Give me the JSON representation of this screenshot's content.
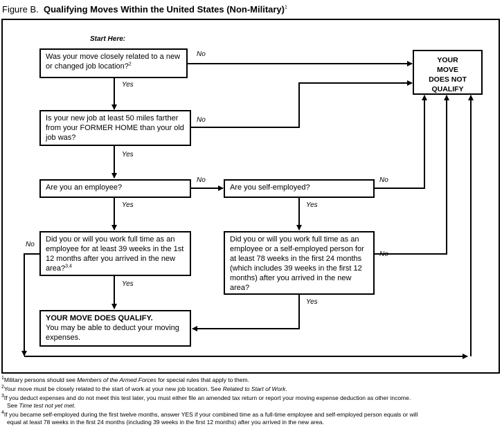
{
  "title": {
    "prefix": "Figure B.",
    "main": "Qualifying Moves Within the United States (Non-Military)",
    "footnote_ref": "1"
  },
  "start_label": "Start Here:",
  "boxes": {
    "q1": {
      "text": "Was your move closely related to a new or changed job location?",
      "ref": "2"
    },
    "q2": {
      "text": "Is your new job at least 50 miles farther from your FORMER HOME than your old job was?"
    },
    "q3": {
      "text": "Are you an employee?"
    },
    "q4": {
      "text": "Are you self-employed?"
    },
    "q5": {
      "text": "Did you or will you work full time as an employee for at least 39 weeks in the 1st 12 months after you arrived in the new area?",
      "ref": "3,4"
    },
    "q6": {
      "text": "Did you or will you work full time as an employee or a self-employed person for at least 78 weeks in the first 24 months (which includes 39 weeks in the first 12 months) after you arrived in the new area?"
    },
    "qualify": {
      "heading": "YOUR MOVE DOES QUALIFY.",
      "text": "You may be able to deduct your moving expenses."
    },
    "not_qualify": {
      "lines": [
        "YOUR",
        "MOVE",
        "DOES NOT",
        "QUALIFY"
      ]
    }
  },
  "labels": {
    "yes": "Yes",
    "no": "No"
  },
  "footnotes": [
    {
      "num": "1",
      "pre": "Military persons should see ",
      "ital": "Members of the Armed Forces",
      "post": " for special rules that apply to them."
    },
    {
      "num": "2",
      "pre": "Your move must be closely related to the start of work at your new job location. See ",
      "ital": "Related to Start of Work",
      "post": "."
    },
    {
      "num": "3",
      "pre": "If you deduct expenses and do not meet this test later, you must either file an amended tax return or report your moving expense deduction as other income.",
      "pre2": "See ",
      "ital": "Time test not yet met",
      "post": "."
    },
    {
      "num": "4",
      "pre": "If you became self-employed during the first twelve months, answer YES if your combined time as a full-time employee and self-employed person equals or will",
      "pre2": "equal at least 78 weeks in the first 24 months (including 39 weeks in the first 12 months) after you arrived in the new area."
    }
  ]
}
